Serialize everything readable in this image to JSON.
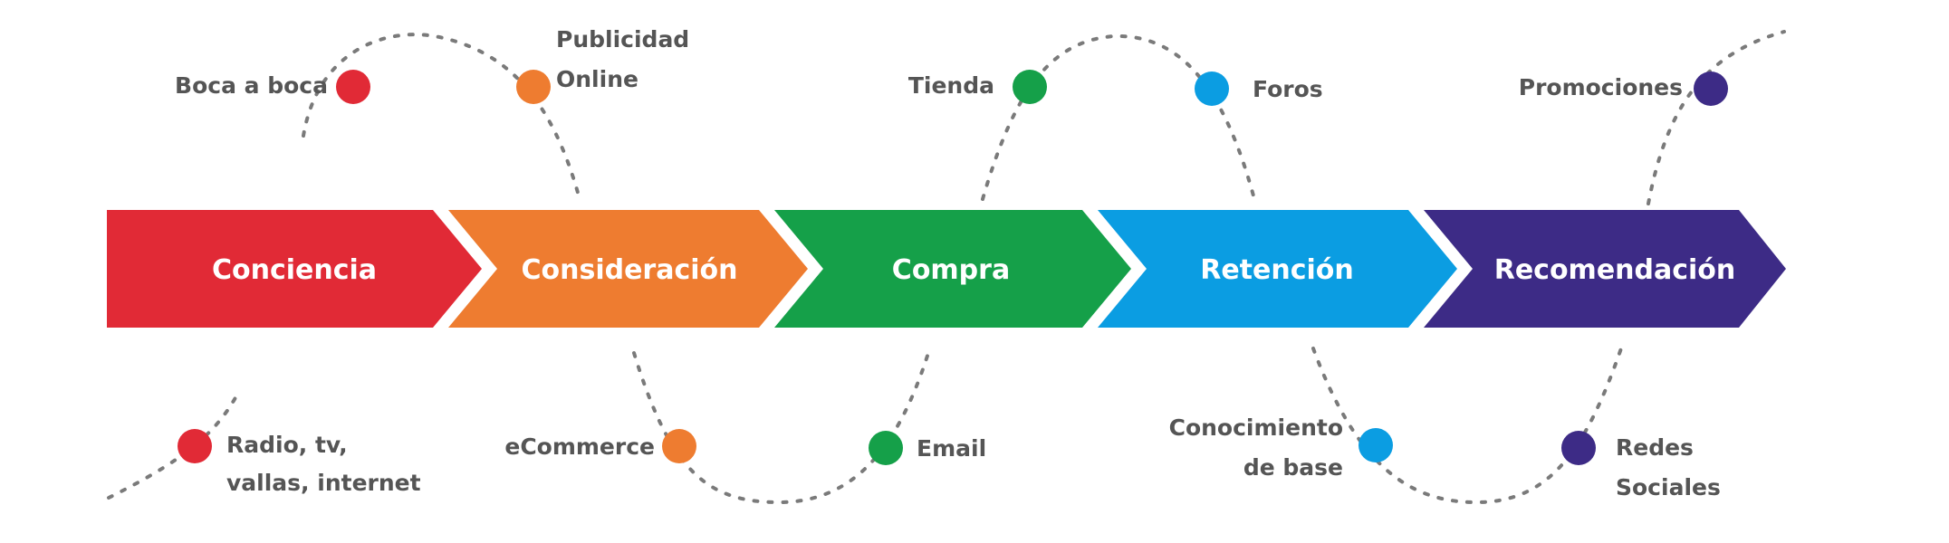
{
  "stages": [
    {
      "label": "Conciencia",
      "color": "#e12a36"
    },
    {
      "label": "Consideración",
      "color": "#ee7c30"
    },
    {
      "label": "Compra",
      "color": "#15a049"
    },
    {
      "label": "Retención",
      "color": "#0b9de2"
    },
    {
      "label": "Recomendación",
      "color": "#3d2b86"
    }
  ],
  "touchpoints": {
    "boca_a_boca": {
      "lines": [
        "Boca a boca"
      ],
      "color": "#e12a36"
    },
    "publicidad_online": {
      "lines": [
        "Publicidad",
        "Online"
      ],
      "color": "#ee7c30"
    },
    "tienda": {
      "lines": [
        "Tienda"
      ],
      "color": "#15a049"
    },
    "foros": {
      "lines": [
        "Foros"
      ],
      "color": "#0b9de2"
    },
    "promociones": {
      "lines": [
        "Promociones"
      ],
      "color": "#3d2b86"
    },
    "radio_tv": {
      "lines": [
        "Radio, tv,",
        "vallas, internet"
      ],
      "color": "#e12a36"
    },
    "ecommerce": {
      "lines": [
        "eCommerce"
      ],
      "color": "#ee7c30"
    },
    "email": {
      "lines": [
        "Email"
      ],
      "color": "#15a049"
    },
    "conocimiento": {
      "lines": [
        "Conocimiento",
        "de base"
      ],
      "color": "#0b9de2"
    },
    "redes_sociales": {
      "lines": [
        "Redes",
        "Sociales"
      ],
      "color": "#3d2b86"
    }
  }
}
